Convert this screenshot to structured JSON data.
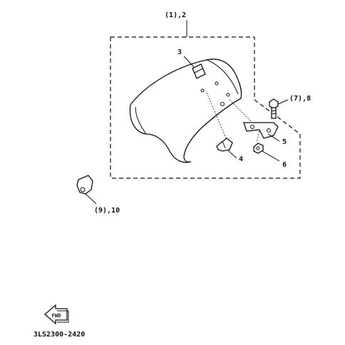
{
  "callouts": {
    "seat_assembly": "(1),2",
    "strap": "3",
    "bracket_4": "4",
    "bracket_5": "5",
    "nut_6": "6",
    "bolt": "(7),8",
    "clip": "(9),10"
  },
  "fwd_label": "FWD",
  "diagram_code": "3LS2300-2420"
}
